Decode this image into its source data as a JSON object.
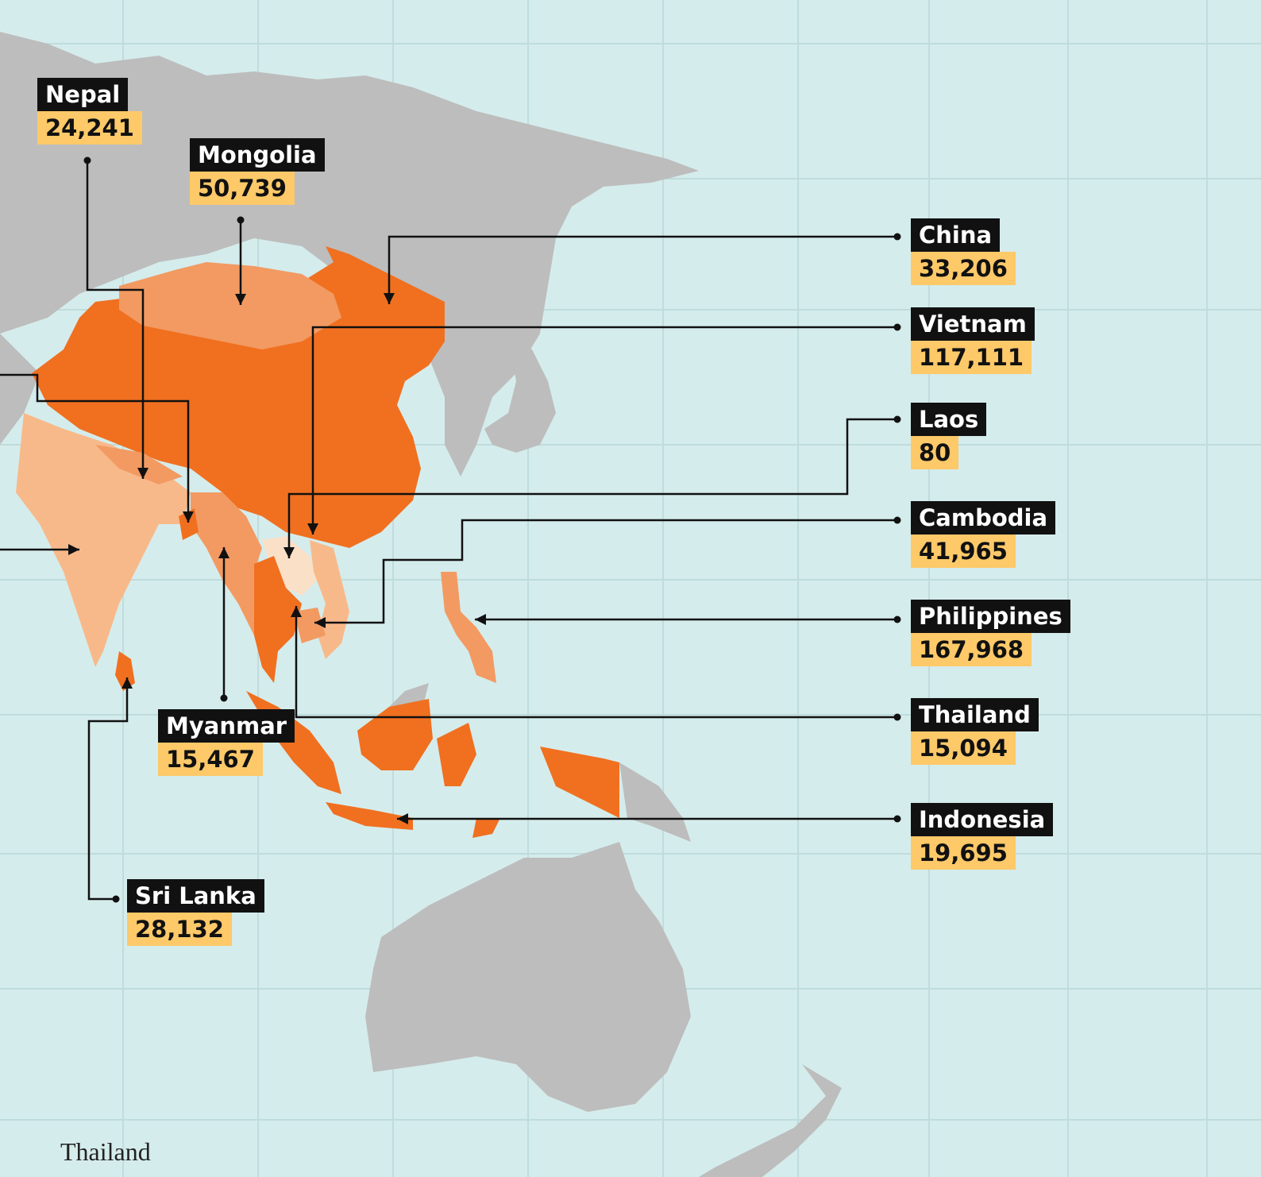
{
  "colors": {
    "sea": "#d5ecec",
    "grid": "#bfdcdc",
    "land": "#bdbdbd",
    "dark_orange": "#f07020",
    "mid_orange": "#f29a62",
    "light_orange": "#f8b98a",
    "pale": "#fbe0c8",
    "label_name_bg": "#111111",
    "label_value_bg": "#fdc969"
  },
  "countries": [
    {
      "name": "Nepal",
      "value": "24,241"
    },
    {
      "name": "Mongolia",
      "value": "50,739"
    },
    {
      "name": "China",
      "value": "33,206"
    },
    {
      "name": "Vietnam",
      "value": "117,111"
    },
    {
      "name": "Laos",
      "value": "80"
    },
    {
      "name": "Cambodia",
      "value": "41,965"
    },
    {
      "name": "Philippines",
      "value": "167,968"
    },
    {
      "name": "Thailand",
      "value": "15,094"
    },
    {
      "name": "Indonesia",
      "value": "19,695"
    },
    {
      "name": "Myanmar",
      "value": "15,467"
    },
    {
      "name": "Sri Lanka",
      "value": "28,132"
    }
  ],
  "caption": "Thailand"
}
